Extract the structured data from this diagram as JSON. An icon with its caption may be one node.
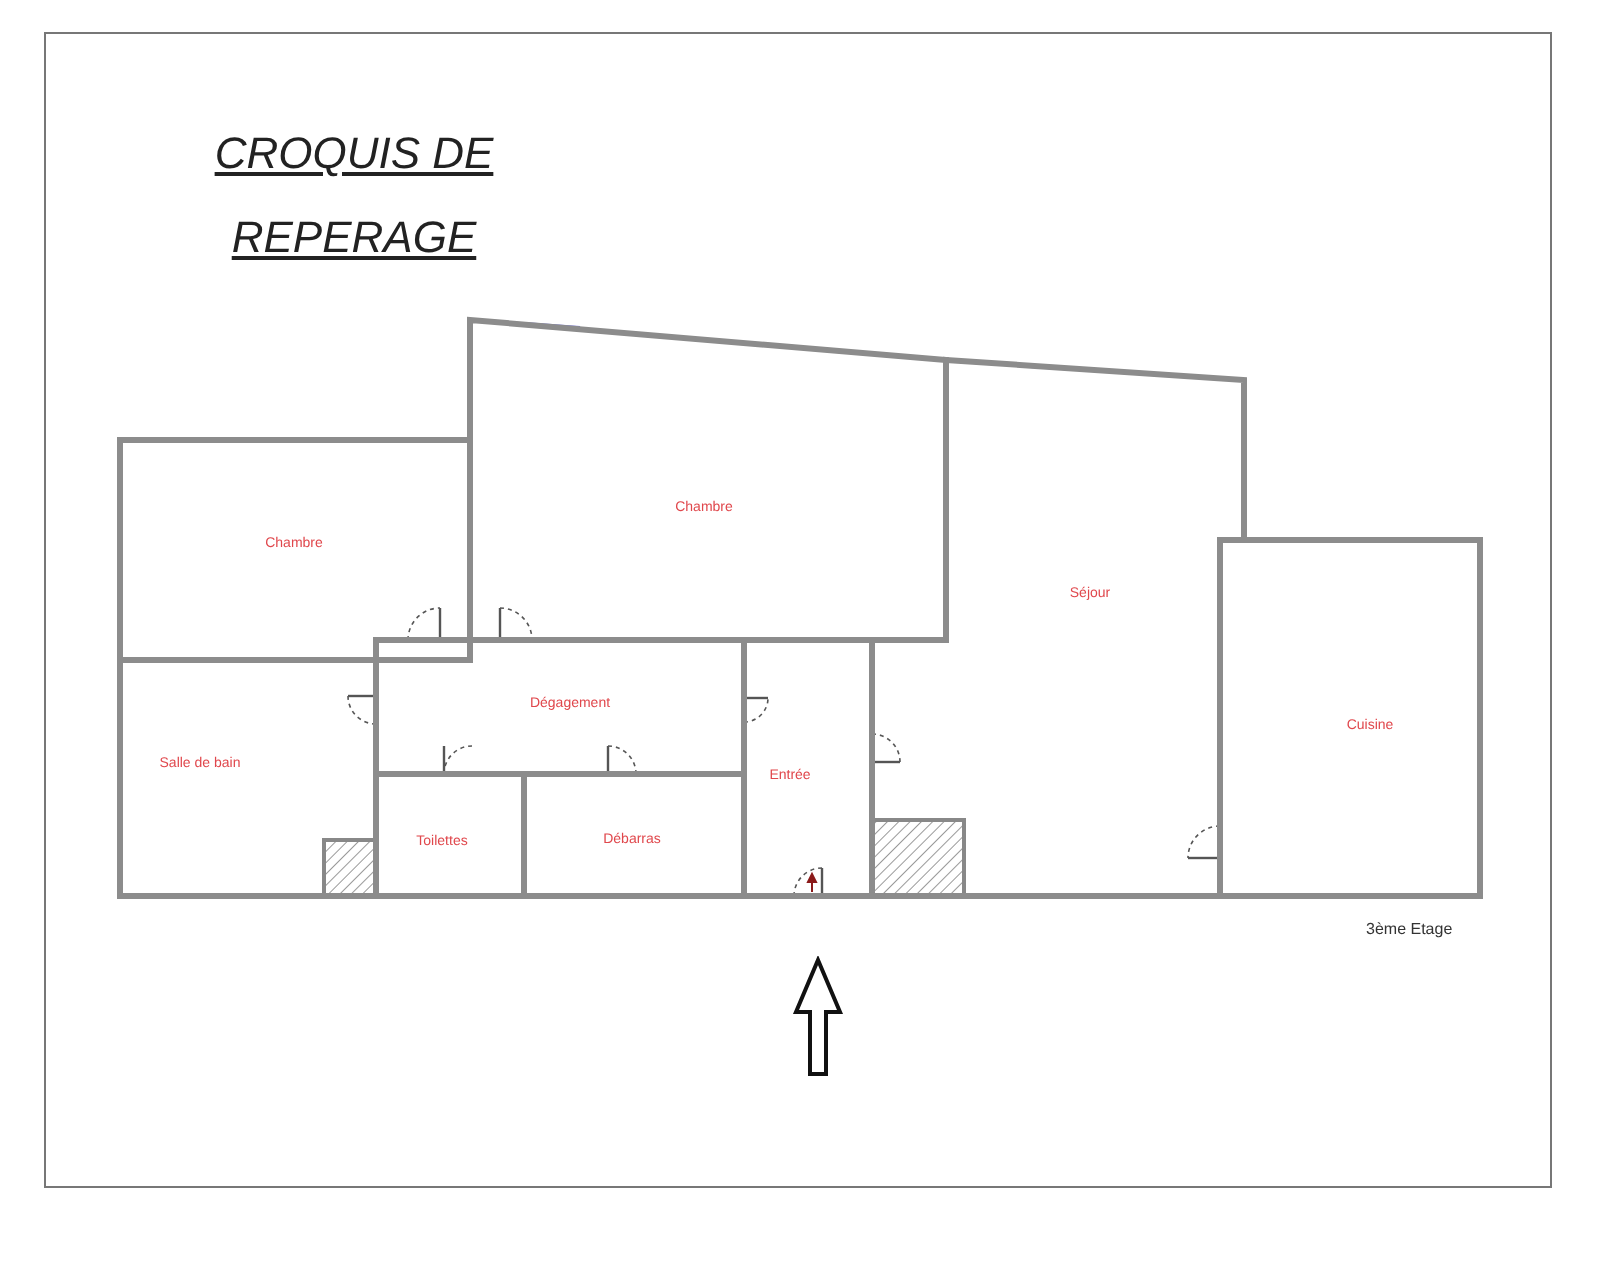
{
  "diagram": {
    "title": "CROQUIS DE REPERAGE",
    "nodes": [
      {
        "text": [
          "Chambre"
        ]
      },
      {
        "text": [
          "Chambre"
        ]
      },
      {
        "text": [
          "Séjour"
        ]
      },
      {
        "text": [
          "Cuisine"
        ]
      },
      {
        "text": [
          "Salle de bain"
        ]
      },
      {
        "text": [
          "Dégagement"
        ]
      },
      {
        "text": [
          "Toilettes"
        ]
      },
      {
        "text": [
          "Débarras"
        ]
      },
      {
        "text": [
          "Entrée"
        ]
      }
    ],
    "labels": [
      "3ème Etage"
    ]
  }
}
